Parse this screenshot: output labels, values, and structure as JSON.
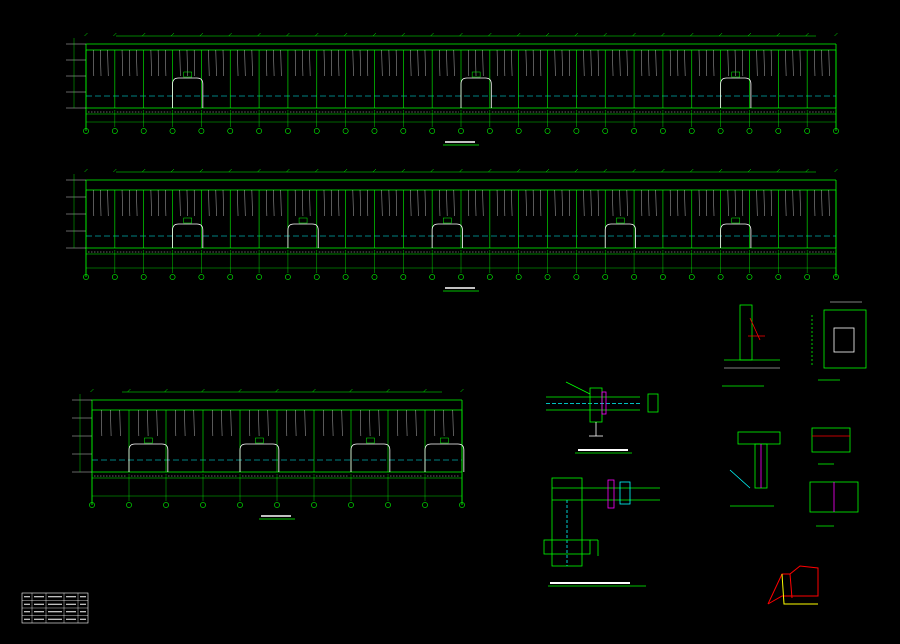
{
  "drawing": {
    "background": "#000000",
    "colors": {
      "frame": "#00ff00",
      "secondary": "#00ffff",
      "text": "#ffffff",
      "accent": "#ff0000",
      "magenta": "#ff00ff",
      "yellow": "#ffff00"
    },
    "elevations": [
      {
        "id": "elevation-1",
        "bays": 26,
        "frames": [
          3,
          13,
          22
        ]
      },
      {
        "id": "elevation-2",
        "bays": 26,
        "frames": [
          3,
          7,
          12,
          18,
          22
        ]
      },
      {
        "id": "elevation-3",
        "bays": 10,
        "frames": [
          1,
          4,
          7,
          9
        ]
      }
    ],
    "details": [
      {
        "id": "detail-beam-column-1"
      },
      {
        "id": "detail-beam-column-2"
      },
      {
        "id": "detail-column-base"
      },
      {
        "id": "detail-plate-section"
      },
      {
        "id": "detail-column-top"
      },
      {
        "id": "detail-section-2-2"
      },
      {
        "id": "detail-section-3-3"
      },
      {
        "id": "detail-isometric-bracket"
      }
    ],
    "legend_table": {
      "rows": 4,
      "cols": 5
    }
  }
}
